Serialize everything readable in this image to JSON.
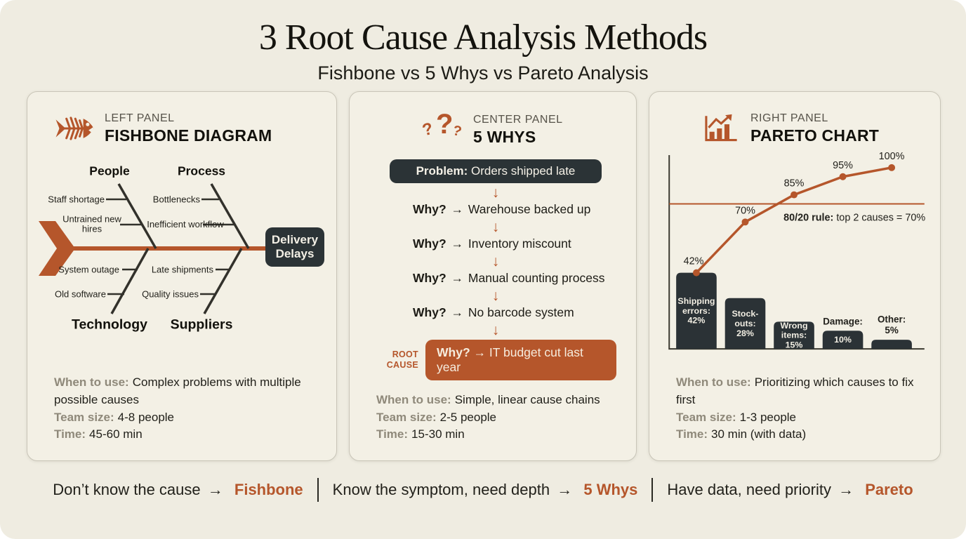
{
  "page": {
    "title": "3 Root Cause Analysis Methods",
    "subtitle": "Fishbone vs 5 Whys vs Pareto Analysis"
  },
  "colors": {
    "accent": "#b5562b",
    "dark_box": "#2b3336",
    "background": "#efece1",
    "panel_border": "#c9c5b8",
    "muted_label": "#8f897a"
  },
  "fishbone": {
    "kicker": "LEFT PANEL",
    "title": "FISHBONE DIAGRAM",
    "effect": "Delivery Delays",
    "categories": {
      "top_left": "People",
      "top_right": "Process",
      "bottom_left": "Technology",
      "bottom_right": "Suppliers"
    },
    "causes": {
      "staff": "Staff shortage",
      "untrained": "Untrained new hires",
      "bottlenecks": "Bottlenecks",
      "inefficient": "Inefficient workflow",
      "system": "System outage",
      "old_software": "Old software",
      "late_shipments": "Late shipments",
      "quality": "Quality issues"
    },
    "footer": {
      "when_label": "When to use:",
      "when": "Complex problems with multiple possible causes",
      "team_label": "Team size:",
      "team": "4-8 people",
      "time_label": "Time:",
      "time": "45-60 min"
    }
  },
  "five_whys": {
    "kicker": "CENTER PANEL",
    "title": "5 WHYS",
    "icon_glyph": "?",
    "problem_label": "Problem:",
    "problem": "Orders shipped late",
    "why_label": "Why?",
    "arrow": "→",
    "down_arrow": "↓",
    "whys": [
      "Warehouse backed up",
      "Inventory miscount",
      "Manual counting process",
      "No barcode system"
    ],
    "root_cause_tag": "ROOT CAUSE",
    "root_cause": "IT budget cut last year",
    "footer": {
      "when_label": "When to use:",
      "when": "Simple, linear cause chains",
      "team_label": "Team size:",
      "team": "2-5 people",
      "time_label": "Time:",
      "time": "15-30 min"
    }
  },
  "pareto": {
    "kicker": "RIGHT PANEL",
    "title": "PARETO CHART",
    "footer": {
      "when_label": "When to use:",
      "when": "Prioritizing which causes to fix first",
      "team_label": "Team size:",
      "team": "1-3 people",
      "time_label": "Time:",
      "time": "30 min (with data)"
    }
  },
  "chart_data": {
    "type": "pareto",
    "categories": [
      "Shipping errors",
      "Stock-outs",
      "Wrong items",
      "Damage",
      "Other"
    ],
    "values": [
      42,
      28,
      15,
      10,
      5
    ],
    "cumulative": [
      42,
      70,
      85,
      95,
      100
    ],
    "cumulative_labels": [
      "42%",
      "70%",
      "85%",
      "95%",
      "100%"
    ],
    "bar_inside": [
      [
        "Shipping",
        "errors:",
        "42%"
      ],
      [
        "Stock-",
        "outs:",
        "28%"
      ],
      [
        "Wrong",
        "items:",
        "15%"
      ],
      [
        "10%"
      ],
      []
    ],
    "bar_outside": [
      [],
      [],
      [],
      [
        "Damage:"
      ],
      [
        "Other:",
        "5%"
      ]
    ],
    "threshold": 80,
    "annotation_bold": "80/20 rule:",
    "annotation_text": " top 2 causes = 70%",
    "ylim": [
      0,
      100
    ],
    "legend": "none",
    "grid": false
  },
  "decision_bar": {
    "arrow": "→",
    "segments": [
      {
        "text": "Don’t know the cause",
        "method": "Fishbone"
      },
      {
        "text": "Know the symptom, need depth",
        "method": "5 Whys"
      },
      {
        "text": "Have data, need priority",
        "method": "Pareto"
      }
    ]
  }
}
